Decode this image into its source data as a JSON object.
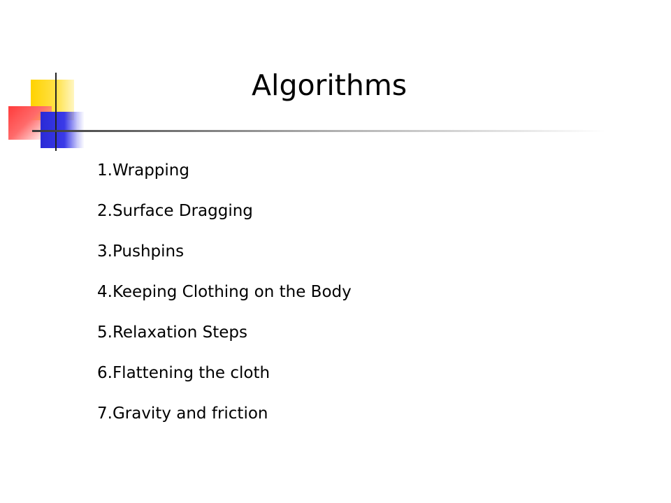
{
  "slide": {
    "title": "Algorithms",
    "items": [
      "1.Wrapping",
      "2.Surface Dragging",
      "3.Pushpins",
      "4.Keeping Clothing on the Body",
      "5.Relaxation Steps",
      "6.Flattening the cloth",
      "7.Gravity and friction"
    ]
  },
  "colors": {
    "yellow": "#ffd200",
    "red": "#ff3b3b",
    "blue": "#2a2ad6",
    "rule": "#3a3a3a",
    "text": "#000000"
  }
}
